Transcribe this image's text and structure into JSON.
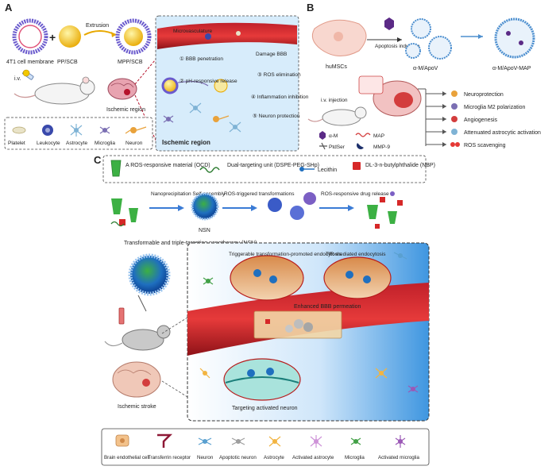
{
  "panelA": {
    "letter": "A",
    "mem_label": "4T1 cell membrane",
    "core_label": "PP/SCB",
    "nano_label": "MPP/SCB",
    "extrusion": "Extrusion",
    "iv": "i.v.",
    "ischemic_label": "Ischemic region",
    "microvasculature": "Microvasculature",
    "damage_bbb": "Damage BBB",
    "steps": [
      {
        "num": "①",
        "text": "BBB penetration"
      },
      {
        "num": "②",
        "text": "pH-responsive release"
      },
      {
        "num": "③",
        "text": "ROS elimination"
      },
      {
        "num": "④",
        "text": "Inflammation inhibition"
      },
      {
        "num": "⑤",
        "text": "Neuron protection"
      }
    ],
    "region_label": "Ischemic region",
    "legend": [
      "Platelet",
      "Leukocyte",
      "Astrocyte",
      "Microglia",
      "Neuron"
    ]
  },
  "panelB": {
    "letter": "B",
    "cell_label": "huMSCs",
    "apoptosis": "Apoptosis induction",
    "vesicle1": "α-M/ApoV",
    "vesicle2": "α-M/ApoV-MAP",
    "injection": "i.v. injection",
    "legend": [
      "α-M",
      "MAP",
      "PtdSer",
      "MMP-9"
    ],
    "effects": [
      "Neuroprotection",
      "Microglia M2 polarization",
      "Angiogenesis",
      "Attenuated astrocytic activation",
      "ROS scavenging"
    ]
  },
  "panelC": {
    "letter": "C",
    "components": [
      "A ROS-responsive material (OCD)",
      "Dual-targeting unit (DSPE-PEG-SHp)",
      "Lecithin",
      "DL-3-n-butylphthalide (NBP)"
    ],
    "step1": "Nanoprecipitation Self-assembly",
    "nsn": "NSN",
    "step2": "ROS-triggered transformations",
    "step3": "ROS-responsive drug release",
    "therapy": "Transformable and triple-targeting nanotherapy (NSN)",
    "stroke": "Ischemic stroke",
    "endocytosis1": "Triggerable transformation-promoted endocytosis",
    "endocytosis2": "TfR-mediated endocytosis",
    "bbb": "Enhanced BBB permeation",
    "neuron": "Targeting activated neuron",
    "legend": [
      "Brain endothelial cell",
      "Transferrin receptor",
      "Neuron",
      "Apoptotic neuron",
      "Astrocyte",
      "Activated astrocyte",
      "Microglia",
      "Activated microglia"
    ]
  }
}
